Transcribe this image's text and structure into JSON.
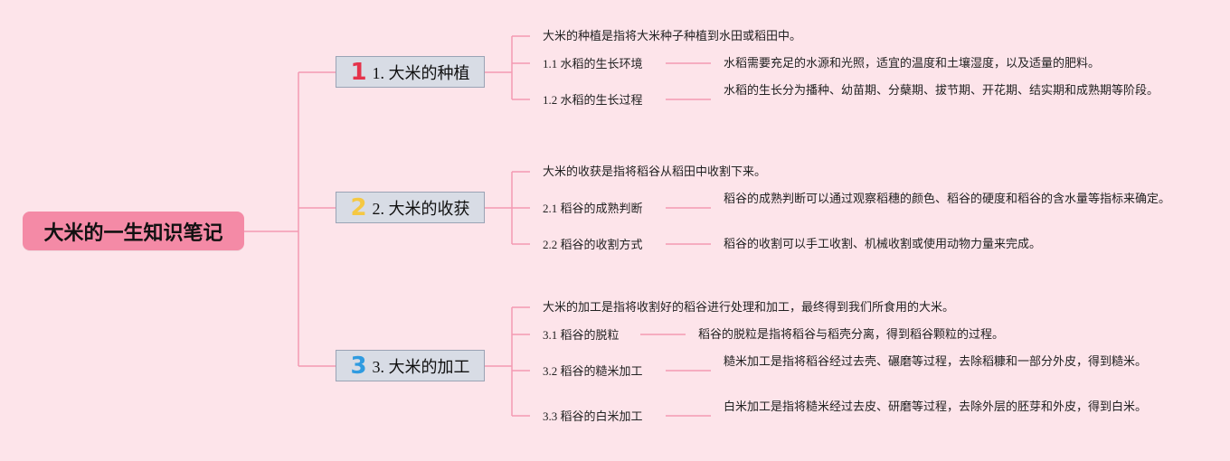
{
  "root": {
    "title": "大米的一生知识笔记"
  },
  "branches": [
    {
      "num": "1",
      "num_color": "#e5334b",
      "label": "1. 大米的种植",
      "intro": "大米的种植是指将大米种子种植到水田或稻田中。",
      "items": [
        {
          "label": "1.1 水稻的生长环境",
          "desc": "水稻需要充足的水源和光照，适宜的温度和土壤湿度，以及适量的肥料。"
        },
        {
          "label": "1.2 水稻的生长过程",
          "desc": "水稻的生长分为播种、幼苗期、分蘖期、拔节期、开花期、结实期和成熟期等阶段。"
        }
      ]
    },
    {
      "num": "2",
      "num_color": "#f5c842",
      "label": "2. 大米的收获",
      "intro": "大米的收获是指将稻谷从稻田中收割下来。",
      "items": [
        {
          "label": "2.1 稻谷的成熟判断",
          "desc": "稻谷的成熟判断可以通过观察稻穗的颜色、稻谷的硬度和稻谷的含水量等指标来确定。"
        },
        {
          "label": "2.2 稻谷的收割方式",
          "desc": "稻谷的收割可以手工收割、机械收割或使用动物力量来完成。"
        }
      ]
    },
    {
      "num": "3",
      "num_color": "#2f9be0",
      "label": "3. 大米的加工",
      "intro": "大米的加工是指将收割好的稻谷进行处理和加工，最终得到我们所食用的大米。",
      "items": [
        {
          "label": "3.1 稻谷的脱粒",
          "desc": "稻谷的脱粒是指将稻谷与稻壳分离，得到稻谷颗粒的过程。"
        },
        {
          "label": "3.2 稻谷的糙米加工",
          "desc": "糙米加工是指将稻谷经过去壳、碾磨等过程，去除稻糠和一部分外皮，得到糙米。"
        },
        {
          "label": "3.3 稻谷的白米加工",
          "desc": "白米加工是指将糙米经过去皮、研磨等过程，去除外层的胚芽和外皮，得到白米。"
        }
      ]
    }
  ],
  "colors": {
    "line": "#f49ab2",
    "background": "#fde4ea",
    "root": "#f48aa6",
    "branch": "#d8dce5"
  }
}
